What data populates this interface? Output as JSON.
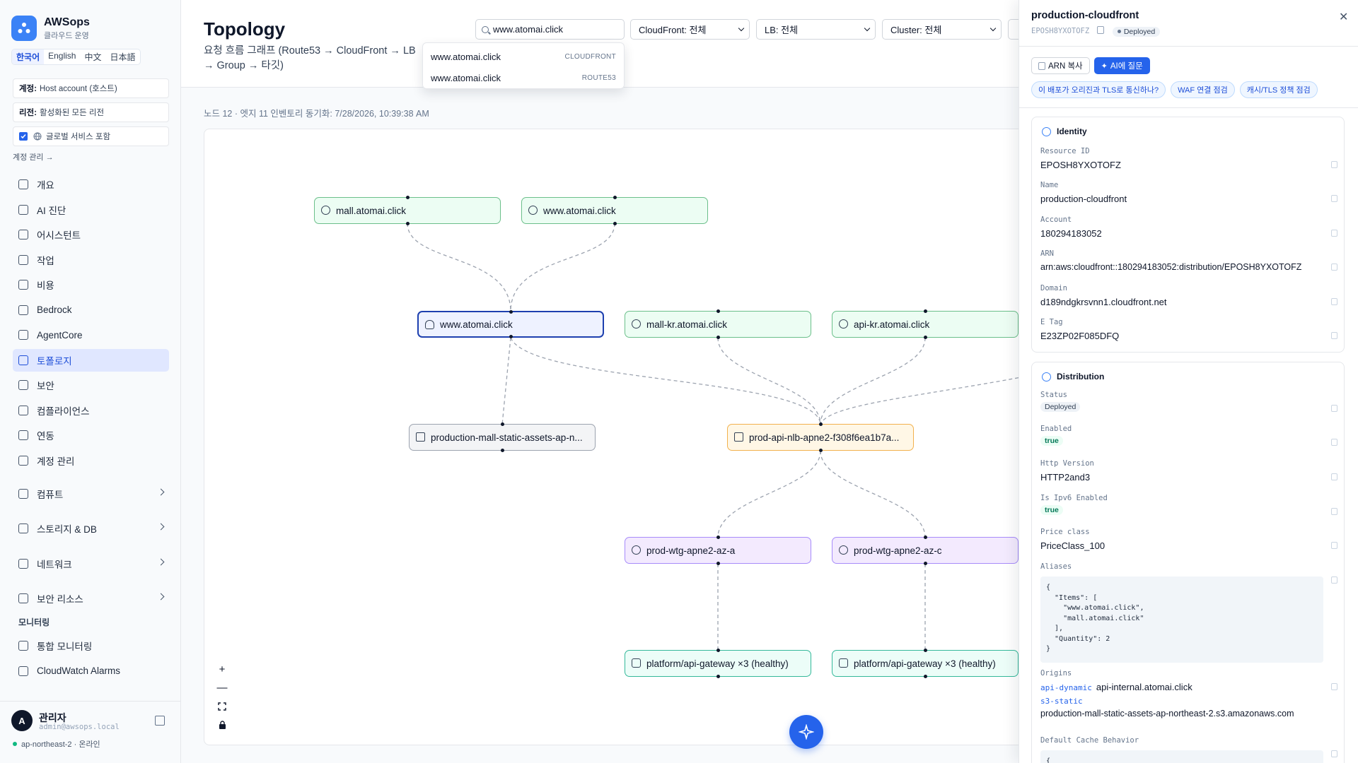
{
  "app": {
    "name": "AWSops",
    "subtitle": "클라우드 운영"
  },
  "languages": [
    "한국어",
    "English",
    "中文",
    "日本語"
  ],
  "context": {
    "account_label": "계정:",
    "account_value": "Host account (호스트)",
    "region_label": "리전:",
    "region_value": "활성화된 모든 리전",
    "global_label": "글로벌 서비스 포함",
    "manage_link": "계정 관리 →"
  },
  "nav": {
    "items": [
      "개요",
      "AI 진단",
      "어시스턴트",
      "작업",
      "비용",
      "Bedrock",
      "AgentCore",
      "토폴로지",
      "보안",
      "컴플라이언스",
      "연동",
      "계정 관리"
    ],
    "groups": [
      "컴퓨트",
      "스토리지 & DB",
      "네트워크",
      "보안 리소스"
    ],
    "monitoring_label": "모니터링",
    "monitoring_items": [
      "통합 모니터링",
      "CloudWatch Alarms"
    ]
  },
  "user": {
    "avatar": "A",
    "name": "관리자",
    "email": "admin@awsops.local",
    "status": "ap-northeast-2 · 온라인"
  },
  "page": {
    "title": "Topology",
    "description": "요청 흐름 그래프 (Route53 → CloudFront → LB → Group → 타깃)",
    "meta": "노드 12 · 엣지 11   인벤토리 동기화: 7/28/2026, 10:39:38 AM"
  },
  "filters": {
    "search_value": "www.atomai.click",
    "cloudfront": "CloudFront: 전체",
    "lb": "LB: 전체",
    "cluster": "Cluster: 전체"
  },
  "search_results": [
    {
      "label": "www.atomai.click",
      "type": "CLOUDFRONT"
    },
    {
      "label": "www.atomai.click",
      "type": "ROUTE53"
    }
  ],
  "graph": {
    "nodes": [
      {
        "label": "mall.atomai.click",
        "kind": "route53"
      },
      {
        "label": "www.atomai.click",
        "kind": "route53"
      },
      {
        "label": "www.atomai.click",
        "kind": "cloudfront"
      },
      {
        "label": "mall-kr.atomai.click",
        "kind": "route53"
      },
      {
        "label": "api-kr.atomai.click",
        "kind": "route53"
      },
      {
        "label": "production-mall-static-assets-ap-n...",
        "kind": "s3"
      },
      {
        "label": "prod-api-nlb-apne2-f308f6ea1b7a...",
        "kind": "lb"
      },
      {
        "label": "prod-wtg-apne2-az-a",
        "kind": "target-group"
      },
      {
        "label": "prod-wtg-apne2-az-c",
        "kind": "target-group"
      },
      {
        "label": "platform/api-gateway ×3 (healthy)",
        "kind": "target"
      },
      {
        "label": "platform/api-gateway ×3 (healthy)",
        "kind": "target"
      }
    ],
    "colors": {
      "route53": "#ecfdf3",
      "cloudfront": "#eef2ff",
      "s3": "#f3f4f6",
      "lb": "#fff7e6",
      "target_group": "#f3eafe",
      "target": "#ecfdf8"
    },
    "zoom_controls": [
      "+",
      "—"
    ]
  },
  "panel": {
    "title": "production-cloudfront",
    "id": "EPOSH8YXOTOFZ",
    "status": "Deployed",
    "buttons": {
      "copy_arn": "ARN 복사",
      "ask_ai": "AI에 질문"
    },
    "chips": [
      "이 배포가 오리진과 TLS로 통신하나?",
      "WAF 연결 점검",
      "캐시/TLS 정책 점검"
    ],
    "identity": {
      "title": "Identity",
      "fields": [
        {
          "label": "Resource ID",
          "value": "EPOSH8YXOTOFZ"
        },
        {
          "label": "Name",
          "value": "production-cloudfront"
        },
        {
          "label": "Account",
          "value": "180294183052"
        },
        {
          "label": "ARN",
          "value": "arn:aws:cloudfront::180294183052:distribution/EPOSH8YXOTOFZ"
        },
        {
          "label": "Domain",
          "value": "d189ndgkrsvnn1.cloudfront.net"
        },
        {
          "label": "E Tag",
          "value": "E23ZP02F085DFQ"
        }
      ]
    },
    "distribution": {
      "title": "Distribution",
      "status_label": "Status",
      "status_value": "Deployed",
      "enabled_label": "Enabled",
      "enabled_value": "true",
      "http_label": "Http Version",
      "http_value": "HTTP2and3",
      "ipv6_label": "Is Ipv6 Enabled",
      "ipv6_value": "true",
      "price_label": "Price class",
      "price_value": "PriceClass_100",
      "aliases_label": "Aliases",
      "aliases_code": "{\n  \"Items\": [\n    \"www.atomai.click\",\n    \"mall.atomai.click\"\n  ],\n  \"Quantity\": 2\n}",
      "origins_label": "Origins",
      "origin1_key": "api-dynamic",
      "origin1_value": "api-internal.atomai.click",
      "origin2_key": "s3-static",
      "origin2_value": "production-mall-static-assets-ap-northeast-2.s3.amazonaws.com",
      "cache_label": "Default Cache Behavior",
      "cache_code": "{"
    }
  }
}
